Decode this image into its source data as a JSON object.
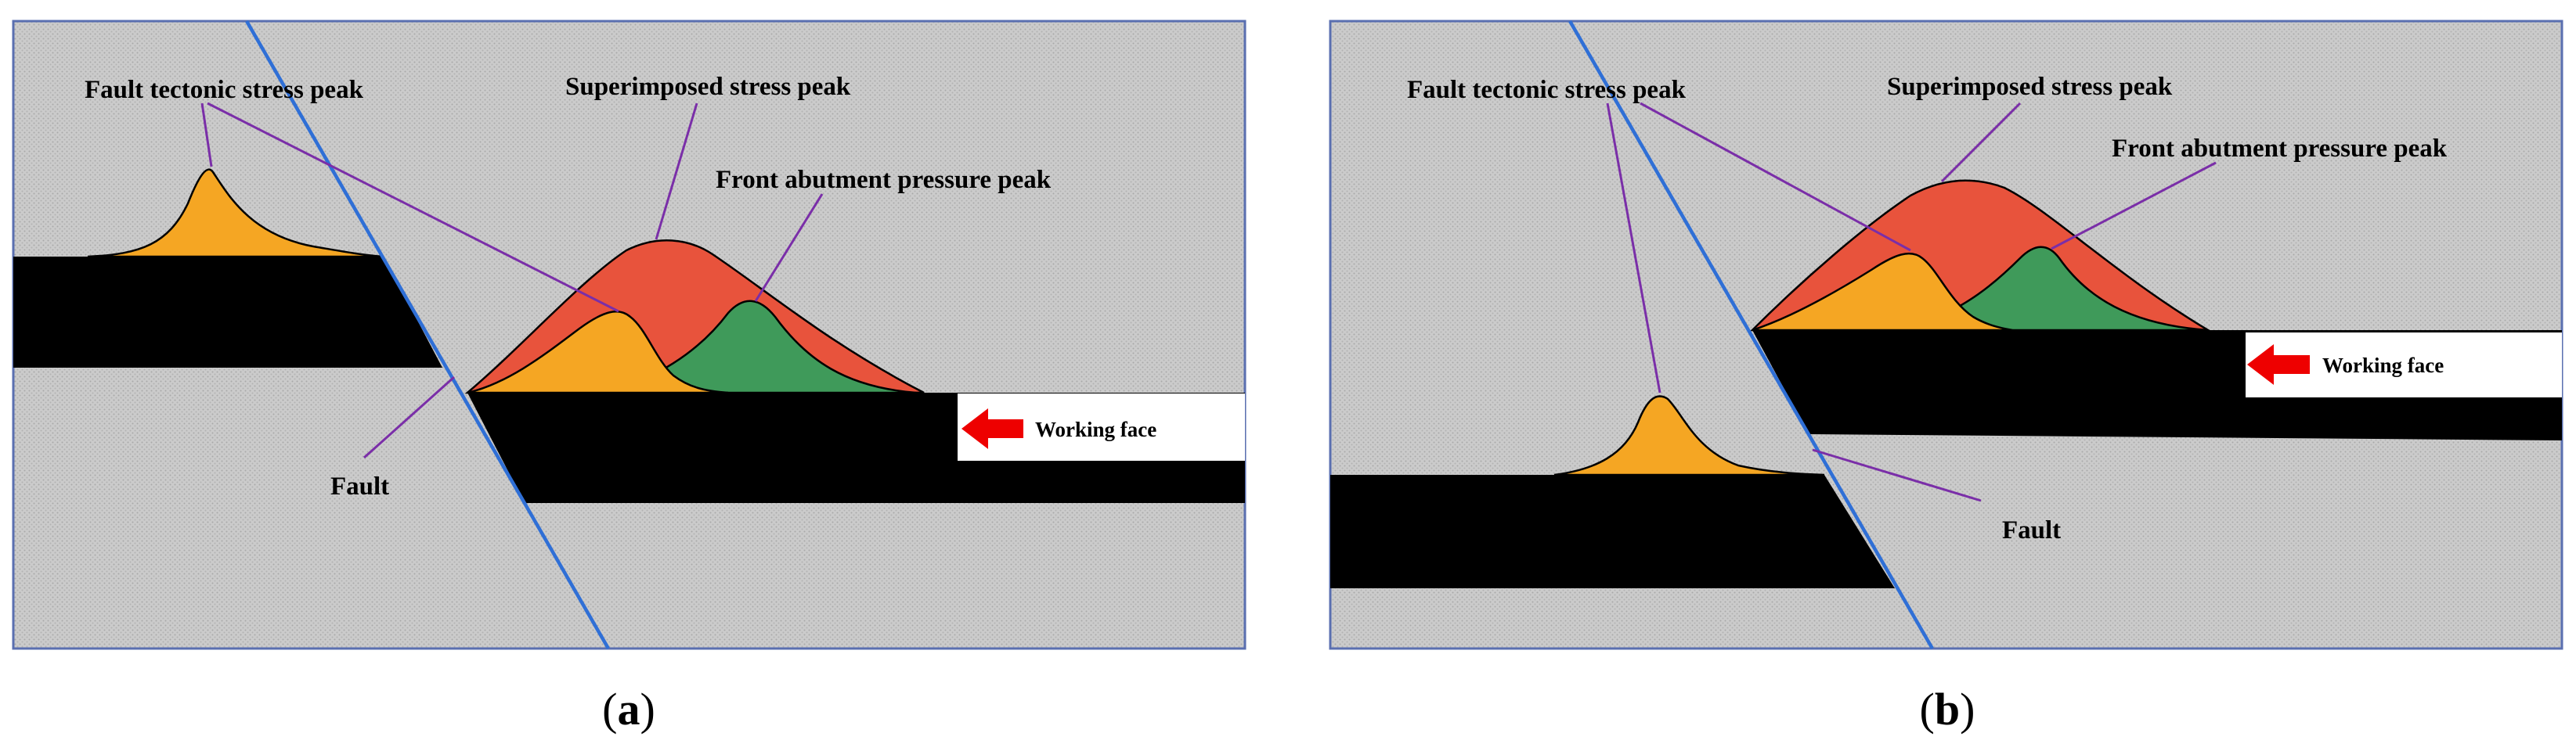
{
  "panels": [
    {
      "id": "a",
      "caption_open": "(",
      "caption_letter": "a",
      "caption_close": ")",
      "labels": {
        "fault_tectonic": "Fault tectonic stress peak",
        "superimposed": "Superimposed stress peak",
        "front_abutment": "Front abutment pressure peak",
        "fault": "Fault",
        "working_face": "Working face"
      }
    },
    {
      "id": "b",
      "caption_open": "(",
      "caption_letter": "b",
      "caption_close": ")",
      "labels": {
        "fault_tectonic": "Fault tectonic stress peak",
        "superimposed": "Superimposed stress peak",
        "front_abutment": "Front abutment pressure peak",
        "fault": "Fault",
        "working_face": "Working face"
      }
    }
  ],
  "colors": {
    "background_rock": "#c8c8c8",
    "coal_seam": "#000000",
    "fault_line": "#2f6fd6",
    "leader_lines": "#7a2ea8",
    "tectonic_peak": "#f5a623",
    "superimposed_peak": "#e8533c",
    "abutment_peak": "#3f9a5a",
    "arrow": "#ee0000"
  }
}
